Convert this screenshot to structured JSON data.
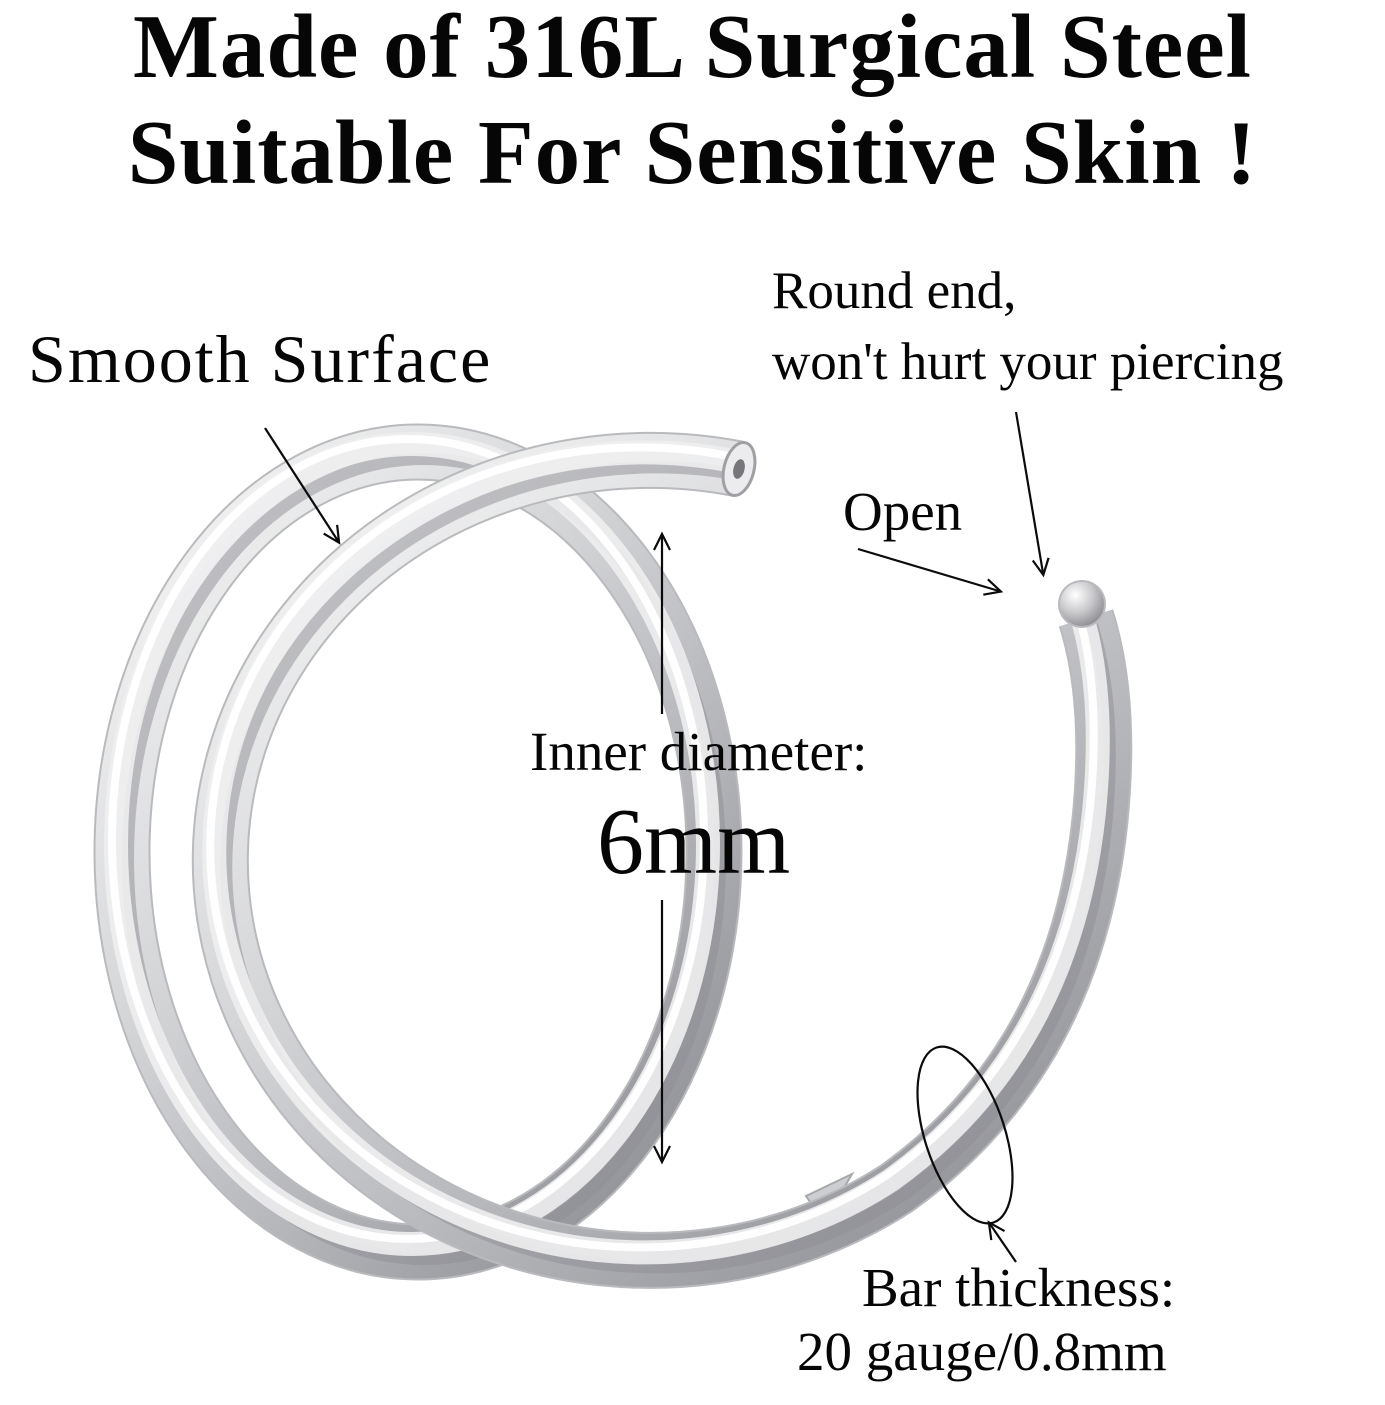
{
  "title": {
    "line1": "Made of 316L Surgical Steel",
    "line2": "Suitable For Sensitive Skin !"
  },
  "labels": {
    "smooth_surface": "Smooth Surface",
    "round_end_line1": "Round end,",
    "round_end_line2": "won't hurt your piercing",
    "open": "Open",
    "inner_diameter_label": "Inner diameter:",
    "inner_diameter_value": "6mm",
    "bar_thickness_label": "Bar thickness:",
    "bar_thickness_value": "20 gauge/0.8mm"
  },
  "colors": {
    "text": "#000000",
    "background": "#ffffff",
    "metal_light": "#fafafa",
    "metal_mid": "#c9cacd",
    "metal_dark": "#8f9095"
  }
}
